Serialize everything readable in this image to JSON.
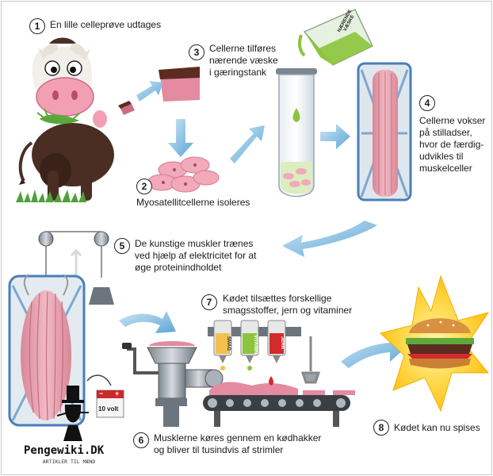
{
  "steps": [
    {
      "num": "1",
      "text": "En lille celleprøve udtages"
    },
    {
      "num": "2",
      "text": "Myosatellitcellerne isoleres"
    },
    {
      "num": "3",
      "text": "Cellerne tilføres\nnærende væske\ni gæringstank"
    },
    {
      "num": "4",
      "text": "Cellerne vokser\npå stilladser,\nhvor de færdig-\nudvikles til\nmuskelceller"
    },
    {
      "num": "5",
      "text": "De kunstige muskler trænes\nved hjælp af elektricitet for at\nøge proteinindholdet"
    },
    {
      "num": "6",
      "text": "Musklerne køres gennem en kødhakker\nog bliver til tusindvis af strimler"
    },
    {
      "num": "7",
      "text": "Kødet tilsættes forskellige\nsmagsstoffer, jern og vitaminer"
    },
    {
      "num": "8",
      "text": "Kødet kan nu spises"
    }
  ],
  "flask_label": "NÆRENDE VÆSKE",
  "tube_labels": [
    "SMAG",
    "VITAMIN",
    "JERN"
  ],
  "battery_label": "10 volt",
  "battery_signs": [
    "−",
    "+"
  ],
  "brand": {
    "name": "Pengewiki.DK",
    "tagline": "ARTIKLER TIL MÆND"
  },
  "colors": {
    "arrow_blue": "#8ec6e6",
    "meat_pink": "#e9a4b4",
    "frame_blue": "#4a7fb8",
    "green_liquid": "#8cc43c"
  }
}
